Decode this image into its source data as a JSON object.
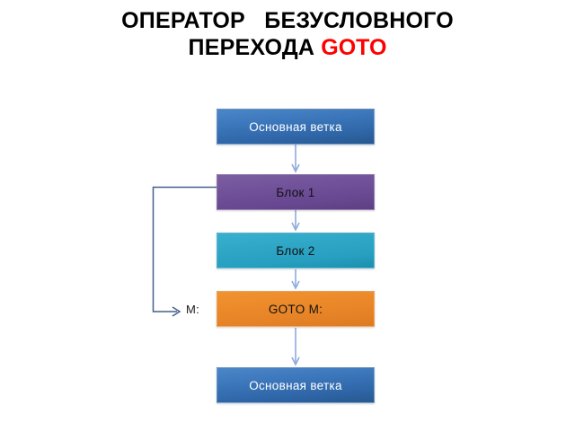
{
  "title": {
    "line1": "ОПЕРАТОР   БЕЗУСЛОВНОГО",
    "line2": "ПЕРЕХОДА ",
    "highlight": "GOTO",
    "highlight_color": "#fe0000",
    "text_color": "#000000"
  },
  "diagram": {
    "type": "flowchart",
    "background": "#ffffff",
    "connector_color": "#8faadc",
    "jump_connector_color": "#44618c",
    "nodes": [
      {
        "id": "main-top",
        "label": "Основная ветка",
        "color": "#3b76ba",
        "text_color": "#ffffff"
      },
      {
        "id": "block1",
        "label": "Блок 1",
        "color": "#70519a",
        "text_color": "#111111"
      },
      {
        "id": "block2",
        "label": "Блок 2",
        "color": "#2fa6c6",
        "text_color": "#111111"
      },
      {
        "id": "goto",
        "label": "GOTO M:",
        "color": "#ec8a2a",
        "text_color": "#111111"
      },
      {
        "id": "main-bottom",
        "label": "Основная ветка",
        "color": "#3b76ba",
        "text_color": "#ffffff"
      }
    ],
    "labels": {
      "mark": "M:"
    },
    "edges": [
      {
        "from": "main-top",
        "to": "block1",
        "style": "arrow-down"
      },
      {
        "from": "block1",
        "to": "block2",
        "style": "arrow-down"
      },
      {
        "from": "block2",
        "to": "goto",
        "style": "arrow-down"
      },
      {
        "from": "goto",
        "to": "main-bottom",
        "style": "arrow-down"
      },
      {
        "from": "mark",
        "to": "block1",
        "style": "jump-left-up"
      }
    ]
  }
}
